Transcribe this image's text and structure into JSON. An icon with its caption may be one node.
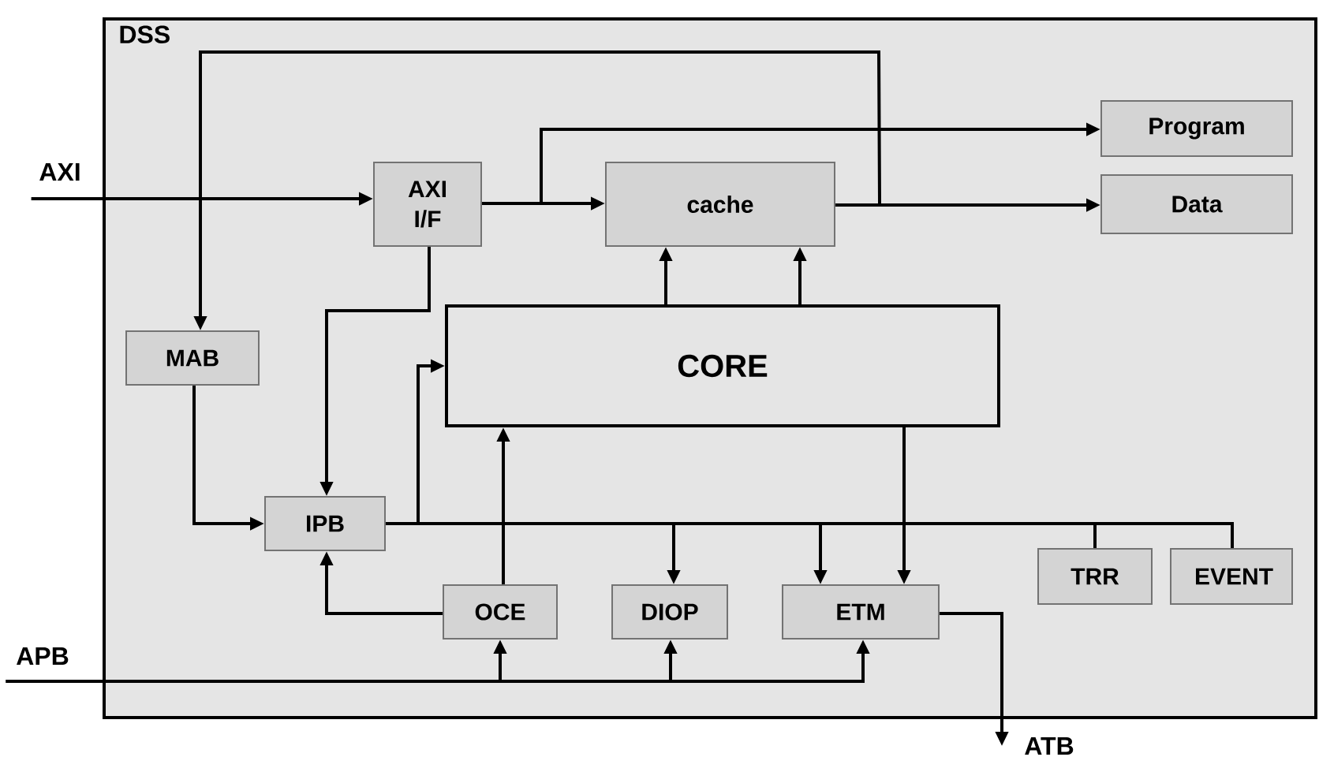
{
  "diagram": {
    "nodes": [
      {
        "text": [
          "DSS"
        ]
      },
      {
        "text": [
          "AXI"
        ]
      },
      {
        "text": [
          "AXI I/F"
        ],
        "in": 0
      },
      {
        "text": [
          "cache"
        ],
        "in": 0
      },
      {
        "text": [
          "Program"
        ],
        "in": 0
      },
      {
        "text": [
          "Data"
        ],
        "in": 0
      },
      {
        "text": [
          "MAB"
        ],
        "in": 0
      },
      {
        "text": [
          "CORE"
        ],
        "in": 0
      },
      {
        "text": [
          "IPB"
        ],
        "in": 0
      },
      {
        "text": [
          "TRR"
        ],
        "in": 0
      },
      {
        "text": [
          "EVENT"
        ],
        "in": 0
      },
      {
        "text": [
          "OCE"
        ],
        "in": 0
      },
      {
        "text": [
          "DIOP"
        ],
        "in": 0
      },
      {
        "text": [
          "ETM"
        ],
        "in": 0
      },
      {
        "text": [
          "APB"
        ]
      },
      {
        "text": [
          "ATB"
        ]
      }
    ],
    "edges": [
      {
        "from": 1,
        "to": 2,
        "arrow": "to"
      },
      {
        "from": 2,
        "to": 3,
        "arrow": "to"
      },
      {
        "from": 2,
        "to": 4,
        "arrow": "to"
      },
      {
        "from": 3,
        "to": 5,
        "arrow": "to"
      },
      {
        "from": 3,
        "to": 6,
        "arrow": "to"
      },
      {
        "from": 2,
        "to": 8,
        "arrow": "to"
      },
      {
        "from": 7,
        "to": 3,
        "arrow": "to"
      },
      {
        "from": 7,
        "to": 3,
        "arrow": "to"
      },
      {
        "from": 6,
        "to": 8,
        "arrow": "to"
      },
      {
        "from": 8,
        "to": 7,
        "arrow": "to"
      },
      {
        "from": 8,
        "to": 12,
        "arrow": "to"
      },
      {
        "from": 8,
        "to": 13,
        "arrow": "to"
      },
      {
        "from": 8,
        "to": 9,
        "arrow": "none"
      },
      {
        "from": 8,
        "to": 10,
        "arrow": "none"
      },
      {
        "from": 7,
        "to": 13,
        "arrow": "to"
      },
      {
        "from": 11,
        "to": 7,
        "arrow": "to"
      },
      {
        "from": 11,
        "to": 8,
        "arrow": "to"
      },
      {
        "from": 14,
        "to": 11,
        "arrow": "to"
      },
      {
        "from": 14,
        "to": 12,
        "arrow": "to"
      },
      {
        "from": 14,
        "to": 13,
        "arrow": "to"
      },
      {
        "from": 13,
        "to": 15,
        "arrow": "to"
      }
    ]
  }
}
